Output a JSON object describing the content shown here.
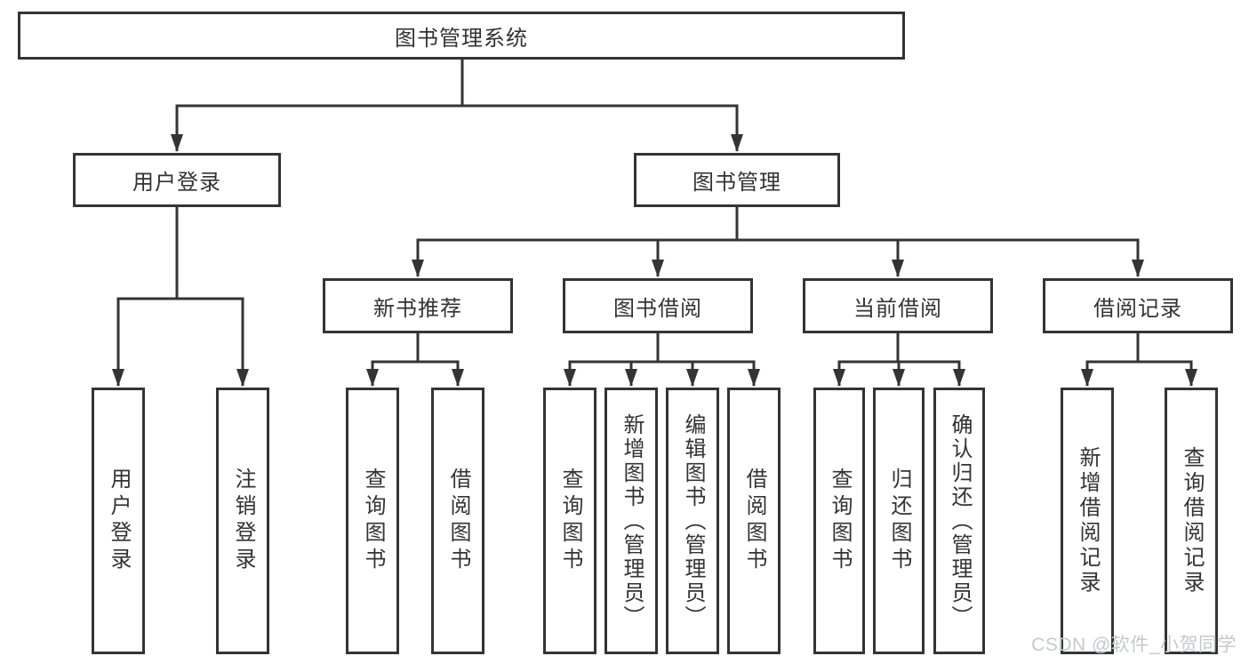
{
  "colors": {
    "line": "#343434",
    "text": "#333333",
    "watermark": "#c5c9cc",
    "background": "#ffffff"
  },
  "tree": {
    "root": "图书管理系统",
    "children": [
      {
        "label": "用户登录",
        "children": [
          "用户登录",
          "注销登录"
        ]
      },
      {
        "label": "图书管理",
        "children": [
          {
            "label": "新书推荐",
            "children": [
              "查询图书",
              "借阅图书"
            ]
          },
          {
            "label": "图书借阅",
            "children": [
              "查询图书",
              "新增图书（管理员）",
              "编辑图书（管理员）",
              "借阅图书"
            ]
          },
          {
            "label": "当前借阅",
            "children": [
              "查询图书",
              "归还图书",
              "确认归还（管理员）"
            ]
          },
          {
            "label": "借阅记录",
            "children": [
              "新增借阅记录",
              "查询借阅记录"
            ]
          }
        ]
      }
    ]
  },
  "watermark": {
    "text": "CSDN @软件_小贺同学"
  }
}
